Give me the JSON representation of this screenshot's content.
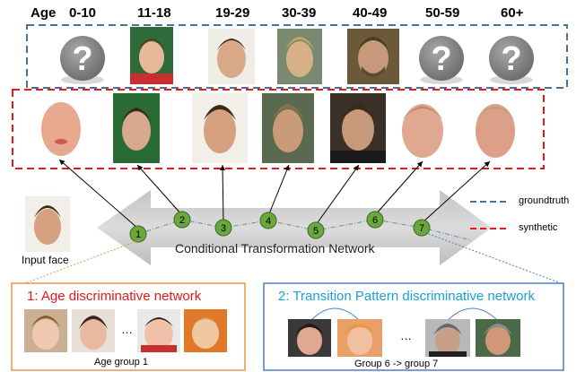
{
  "header": {
    "age_label": "Age",
    "age_groups": [
      "0-10",
      "11-18",
      "19-29",
      "30-39",
      "40-49",
      "50-59",
      "60+"
    ]
  },
  "legend": {
    "groundtruth": "groundtruth",
    "synthetic": "synthetic",
    "groundtruth_color": "#4a6f9a",
    "synthetic_color": "#e81818"
  },
  "network": {
    "label": "Conditional Transformation Network",
    "nodes": [
      "1",
      "2",
      "3",
      "4",
      "5",
      "6",
      "7"
    ],
    "node_color": "#6aa83c"
  },
  "input": {
    "label": "Input face"
  },
  "panels": {
    "age": {
      "title": "1: Age discriminative network",
      "title_color": "#e81818",
      "border_color": "#e8954a",
      "ellipsis": "…",
      "caption": "Age group 1"
    },
    "transition": {
      "title": "2: Transition Pattern discriminative network",
      "title_color": "#1aa0d8",
      "border_color": "#4a7fc8",
      "ellipsis": "…",
      "caption": "Group 6 -> group 7"
    }
  }
}
